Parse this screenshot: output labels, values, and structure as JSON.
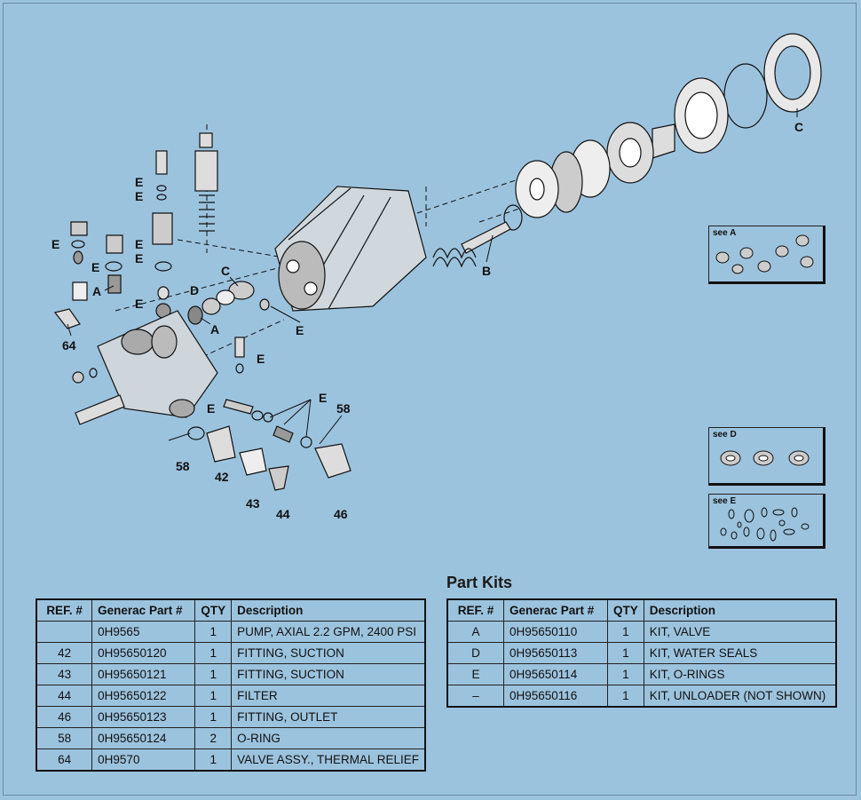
{
  "callouts": {
    "c_top": "C",
    "b": "B",
    "c_mid": "C",
    "d": "D",
    "a1": "A",
    "a2": "A",
    "e_list": [
      "E",
      "E",
      "E",
      "E",
      "E",
      "E",
      "E",
      "E",
      "E",
      "E",
      "E"
    ],
    "n58a": "58",
    "n58b": "58",
    "n42": "42",
    "n43": "43",
    "n44": "44",
    "n46": "46",
    "n64": "64"
  },
  "insets": {
    "see_a": "see A",
    "see_d": "see D",
    "see_e": "see E"
  },
  "main_table": {
    "headers": [
      "REF. #",
      "Generac Part #",
      "QTY",
      "Description"
    ],
    "rows": [
      [
        "",
        "0H9565",
        "1",
        "PUMP, AXIAL 2.2 GPM, 2400 PSI"
      ],
      [
        "42",
        "0H95650120",
        "1",
        "FITTING, SUCTION"
      ],
      [
        "43",
        "0H95650121",
        "1",
        "FITTING, SUCTION"
      ],
      [
        "44",
        "0H95650122",
        "1",
        "FILTER"
      ],
      [
        "46",
        "0H95650123",
        "1",
        "FITTING, OUTLET"
      ],
      [
        "58",
        "0H95650124",
        "2",
        "O-RING"
      ],
      [
        "64",
        "0H9570",
        "1",
        "VALVE ASSY., THERMAL RELIEF"
      ]
    ]
  },
  "kits": {
    "title": "Part Kits",
    "headers": [
      "REF. #",
      "Generac Part #",
      "QTY",
      "Description"
    ],
    "rows": [
      [
        "A",
        "0H95650110",
        "1",
        "KIT, VALVE"
      ],
      [
        "D",
        "0H95650113",
        "1",
        "KIT, WATER SEALS"
      ],
      [
        "E",
        "0H95650114",
        "1",
        "KIT, O-RINGS"
      ],
      [
        "–",
        "0H95650116",
        "1",
        "KIT, UNLOADER (NOT SHOWN)"
      ]
    ]
  }
}
